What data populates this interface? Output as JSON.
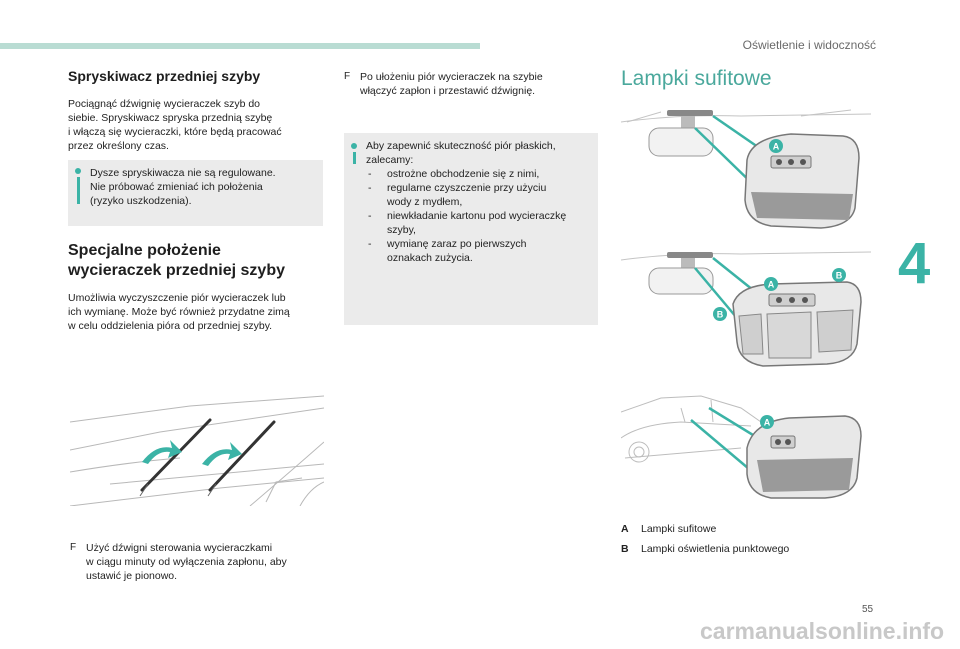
{
  "header": {
    "title": "Oświetlenie i widoczność",
    "chapter_number": "4",
    "page_number": "55"
  },
  "footer": {
    "watermark": "carmanualsonline.info"
  },
  "colors": {
    "accent": "#3bb3a6",
    "header_bar": "#b9dcd3",
    "box_bg": "#ebebeb"
  },
  "left": {
    "spray": {
      "title": "Spryskiwacz przedniej szyby",
      "lines": [
        "Pociągnąć dźwignię wycieraczek szyb do",
        "siebie. Spryskiwacz spryska przednią szybę",
        "i włączą się wycieraczki, które będą pracować",
        "przez określony czas."
      ],
      "info_lines": [
        "Dysze spryskiwacza nie są regulowane.",
        "Nie próbować zmieniać ich położenia",
        "(ryzyko uszkodzenia)."
      ]
    },
    "special": {
      "title_lines": [
        "Specjalne położenie",
        "wycieraczek przedniej szyby"
      ],
      "lines": [
        "Umożliwia wyczyszczenie piór wycieraczek lub",
        "ich wymianę. Może być również przydatne zimą",
        "w celu oddzielenia pióra od przedniej szyby."
      ]
    },
    "step": {
      "mark": "F",
      "lines": [
        "Użyć dźwigni sterowania wycieraczkami",
        "w ciągu minuty od wyłączenia zapłonu, aby",
        "ustawić je pionowo."
      ]
    }
  },
  "middle": {
    "step": {
      "mark": "F",
      "lines": [
        "Po ułożeniu piór wycieraczek na szybie",
        "włączyć zapłon i przestawić dźwignię."
      ]
    },
    "info": {
      "intro_lines": [
        "Aby zapewnić skuteczność piór płaskich,",
        "zalecamy:"
      ],
      "items": [
        {
          "dash": "-",
          "lines": [
            "ostrożne obchodzenie się z nimi,"
          ]
        },
        {
          "dash": "-",
          "lines": [
            "regularne czyszczenie przy użyciu",
            "wody z mydłem,"
          ]
        },
        {
          "dash": "-",
          "lines": [
            "niewkładanie kartonu pod wycieraczkę",
            "szyby,"
          ]
        },
        {
          "dash": "-",
          "lines": [
            "wymianę zaraz po pierwszych",
            "oznakach zużycia."
          ]
        }
      ]
    }
  },
  "right": {
    "title": "Lampki sufitowe",
    "callouts": {
      "a": "A",
      "b": "B"
    },
    "legend": [
      {
        "key": "A",
        "label": "Lampki sufitowe"
      },
      {
        "key": "B",
        "label": "Lampki oświetlenia punktowego"
      }
    ]
  }
}
